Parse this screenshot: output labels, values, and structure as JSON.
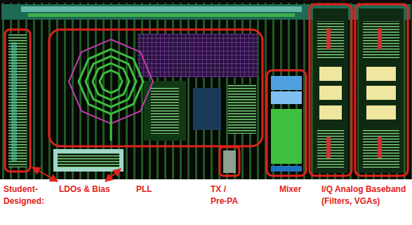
{
  "diagram": {
    "labels": [
      "Student- Designed:",
      "LDOs & Bias",
      "PLL",
      "TX / Pre-PA",
      "Mixer",
      "I/Q Analog Baseband (Filters, VGAs)"
    ]
  }
}
